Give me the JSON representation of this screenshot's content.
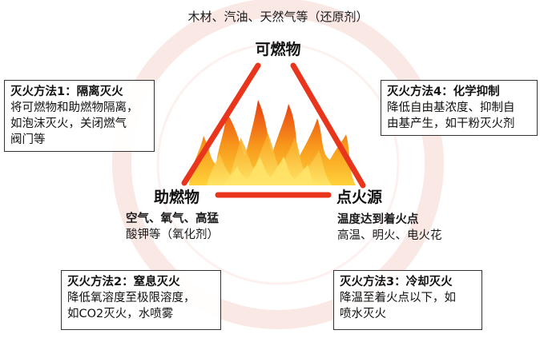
{
  "top_note": "木材、汽油、天然气等（还原剂）",
  "vertices": {
    "fuel": "可燃物",
    "oxidizer": "助燃物",
    "ignition": "点火源"
  },
  "oxidizer_desc": [
    "空气、氧气、高猛",
    "酸钾等（氧化剂）"
  ],
  "ignition_desc": {
    "title": "温度达到着火点",
    "line": "高温、明火、电火花"
  },
  "methods": [
    {
      "title": "灭火方法1：隔离灭火",
      "lines": [
        "将可燃物和助燃物隔离，",
        "如泡沫灭火，关闭燃气",
        "阀门等"
      ]
    },
    {
      "title": "灭火方法2：窒息灭火",
      "lines": [
        "降低氧溶度至极限溶度，",
        "如CO2灭火，水喷雾"
      ]
    },
    {
      "title": "灭火方法3：冷却灭火",
      "lines": [
        "降温至着火点以下，如",
        "喷水灭火"
      ]
    },
    {
      "title": "灭火方法4：化学抑制",
      "lines": [
        "降低自由基浓度、抑制自",
        "由基产生，如干粉灭火剂"
      ]
    }
  ],
  "colors": {
    "triangle": "#e8351c",
    "flame_outer": "#f05a14",
    "flame_mid": "#f89a1c",
    "flame_inner": "#ffd23a",
    "watermark": "#f6d6d0"
  }
}
